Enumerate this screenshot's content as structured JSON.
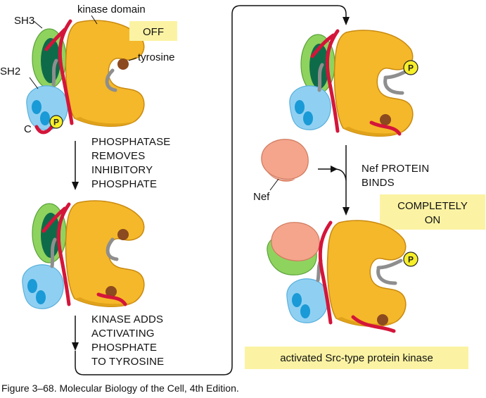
{
  "labels": {
    "kinase_domain": "kinase domain",
    "sh3": "SH3",
    "sh2": "SH2",
    "c_terminus": "C",
    "tyrosine": "tyrosine",
    "nef": "Nef",
    "phosphate": "P"
  },
  "boxes": {
    "off": "OFF",
    "completely_on": [
      "COMPLETELY",
      "ON"
    ],
    "activated": "activated Src-type protein kinase"
  },
  "steps": {
    "phosphatase": [
      "PHOSPHATASE",
      "REMOVES",
      "INHIBITORY",
      "PHOSPHATE"
    ],
    "kinase_adds": [
      "KINASE ADDS",
      "ACTIVATING",
      "PHOSPHATE",
      "TO TYROSINE"
    ],
    "nef_binds": [
      "Nef PROTEIN",
      "BINDS"
    ]
  },
  "caption": "Figure 3–68. Molecular Biology of the Cell, 4th Edition.",
  "colors": {
    "kinase": "#f5b82a",
    "kinase_edge": "#c98a10",
    "sh3_green": "#8fd35f",
    "sh3_dark": "#0e6b4a",
    "sh2_blue": "#8fd0f2",
    "sh2_dark": "#1a9ad6",
    "nef": "#f4a58c",
    "linker": "#d4153a",
    "tyrosine": "#8b4a1f",
    "phosphate": "#f7ef2a",
    "highlight_box": "#fbf3a3",
    "gray_loop": "#8e8e8e"
  }
}
